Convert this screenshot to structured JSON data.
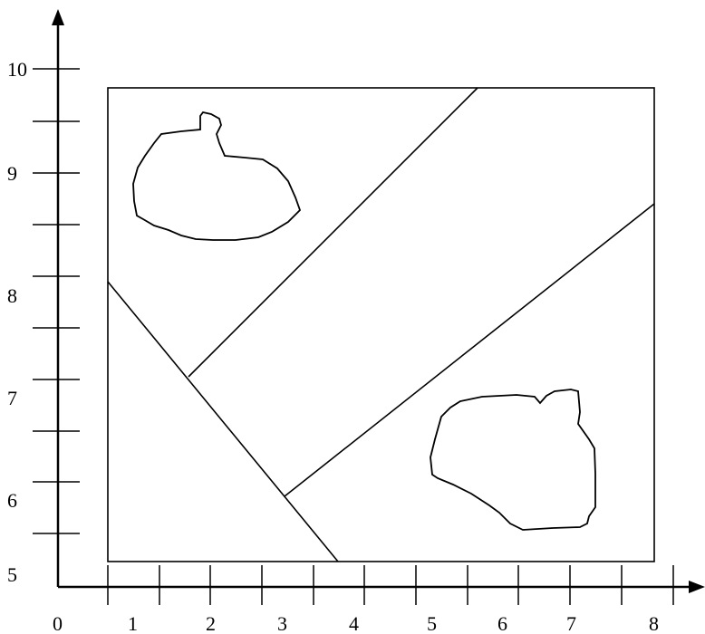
{
  "x_axis": {
    "tick_labels": [
      "0",
      "1",
      "2",
      "3",
      "4",
      "5",
      "6",
      "7",
      "8"
    ]
  },
  "y_axis": {
    "tick_labels": [
      "5",
      "6",
      "7",
      "8",
      "9",
      "10"
    ]
  },
  "rectangle": {
    "x_min": 0.7,
    "x_max": 7.8,
    "y_min": 5.2,
    "y_max": 9.85
  },
  "lines": [
    {
      "name": "descending-line",
      "from": [
        0.7,
        7.95
      ],
      "to": [
        3.7,
        5.2
      ]
    },
    {
      "name": "upper-diagonal",
      "from": [
        1.75,
        7.0
      ],
      "to": [
        5.5,
        9.85
      ]
    },
    {
      "name": "lower-diagonal",
      "from": [
        3.05,
        5.85
      ],
      "to": [
        7.8,
        8.7
      ]
    }
  ]
}
